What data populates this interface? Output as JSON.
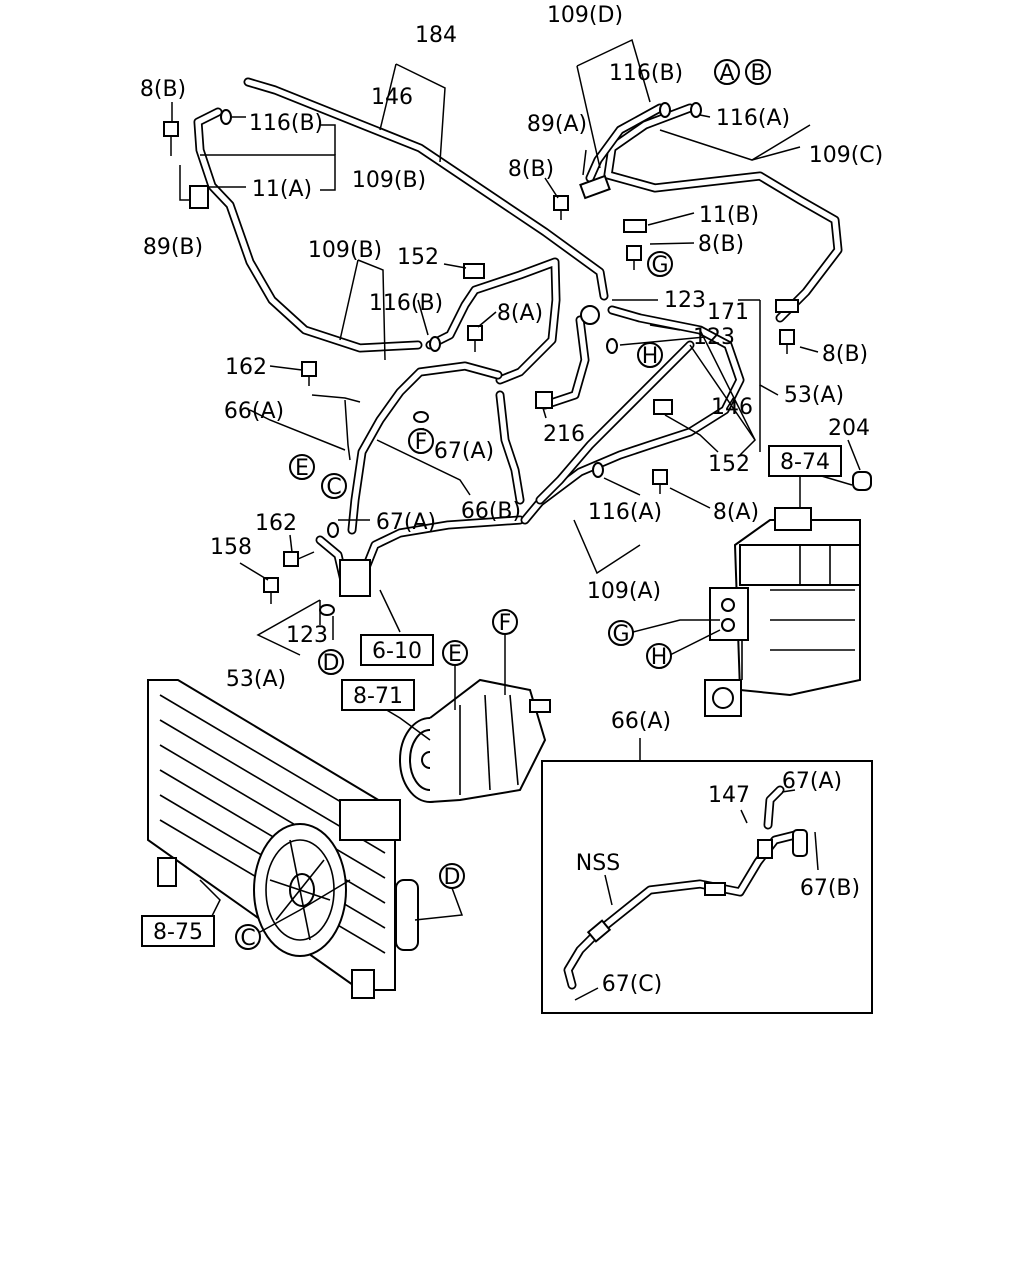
{
  "diagram": {
    "callouts": {
      "c184": "184",
      "c109D": "109(D)",
      "c8B_1": "8(B)",
      "c146_1": "146",
      "c116B_1": "116(B)",
      "c116B_2": "116(B)",
      "c89A": "89(A)",
      "c116A_1": "116(A)",
      "c109C": "109(C)",
      "c11A": "11(A)",
      "c109B_1": "109(B)",
      "c8B_2": "8(B)",
      "c11B": "11(B)",
      "c89B": "89(B)",
      "c8B_3": "8(B)",
      "c109B_2": "109(B)",
      "c152_1": "152",
      "c116B_3": "116(B)",
      "c8A_1": "8(A)",
      "c123_1": "123",
      "c171": "171",
      "c123_2": "123",
      "c8B_4": "8(B)",
      "c162_1": "162",
      "c53A_1": "53(A)",
      "c66A_1": "66(A)",
      "c146_2": "146",
      "c67A_1": "67(A)",
      "c216": "216",
      "c204": "204",
      "c152_2": "152",
      "c67A_2": "67(A)",
      "c66B": "66(B)",
      "c116A_2": "116(A)",
      "c8A_2": "8(A)",
      "c162_2": "162",
      "c158": "158",
      "c109A": "109(A)",
      "c123_3": "123",
      "c53A_2": "53(A)",
      "c66A_2": "66(A)",
      "c147": "147",
      "c67A_3": "67(A)",
      "cNSS": "NSS",
      "c67B": "67(B)",
      "c67C": "67(C)"
    },
    "boxed_refs": {
      "r874": "8-74",
      "r610": "6-10",
      "r871": "8-71",
      "r875": "8-75"
    },
    "circle_letters": {
      "A": "A",
      "B": "B",
      "C": "C",
      "D": "D",
      "E": "E",
      "F": "F",
      "G": "G",
      "H": "H"
    }
  }
}
